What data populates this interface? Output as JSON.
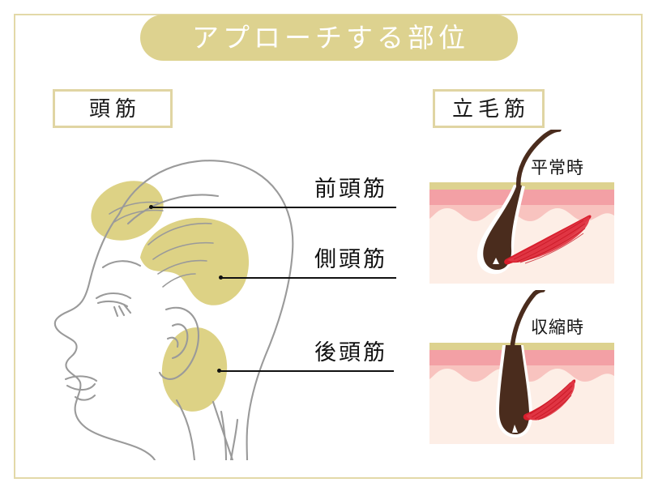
{
  "page": {
    "title": "アプローチする部位",
    "background_color": "#ffffff",
    "frame_color": "#e3d9a8",
    "title_pill_color": "#ddd28f",
    "title_text_color": "#ffffff"
  },
  "sections": {
    "left": {
      "header": "頭筋",
      "header_border_color": "#e0d5a3",
      "muscle_fill_color": "#ddd285",
      "outline_color": "#9a9a9a",
      "labels": [
        {
          "id": "frontal",
          "text": "前頭筋"
        },
        {
          "id": "temporal",
          "text": "側頭筋"
        },
        {
          "id": "occipital",
          "text": "後頭筋"
        }
      ]
    },
    "right": {
      "header": "立毛筋",
      "header_border_color": "#e0d5a3",
      "states": [
        {
          "id": "normal",
          "text": "平常時"
        },
        {
          "id": "contracted",
          "text": "収縮時"
        }
      ],
      "skin_layers": {
        "surface": "#ddd28f",
        "epidermis": "#f3a0a5",
        "dermis_upper": "#f8c3bf",
        "dermis_lower": "#fdeee6"
      },
      "hair_color": "#4a2c1d",
      "follicle_color": "#4a2c1d",
      "muscle_color": "#d81e2c"
    }
  }
}
